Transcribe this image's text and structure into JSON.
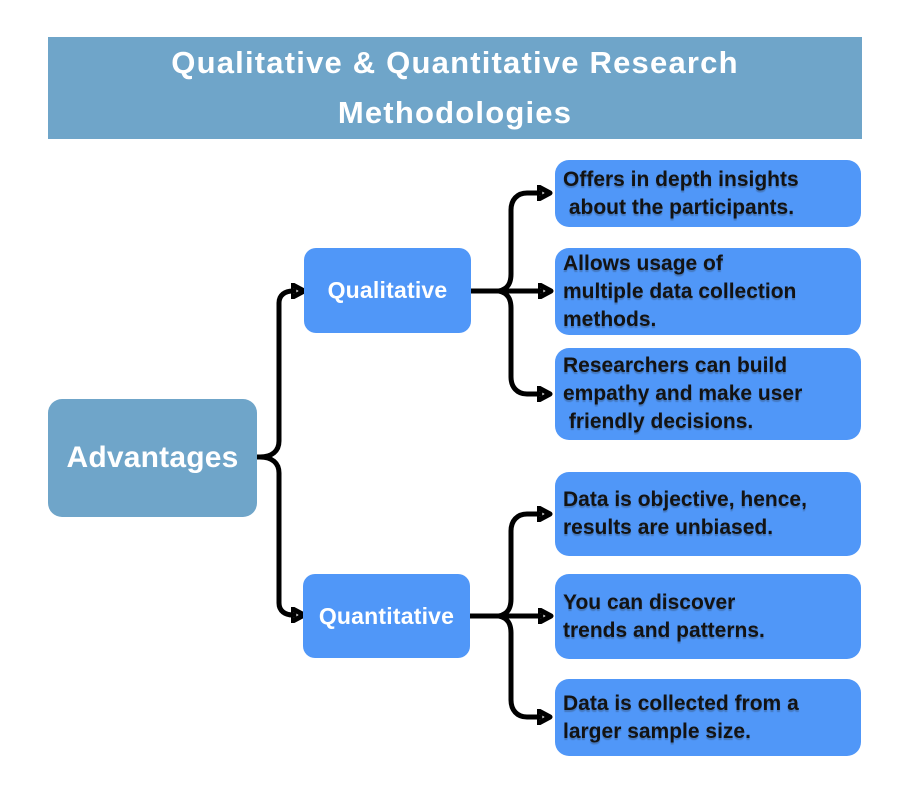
{
  "colors": {
    "background": "#ffffff",
    "banner_blue": "#6fa5c9",
    "node_blue": "#5097f8",
    "connector_black": "#000000",
    "banner_text": "#ffffff",
    "node_text": "#ffffff",
    "leaf_text": "#131313"
  },
  "title": "Qualitative & Quantitative Research\nMethodologies",
  "root": {
    "label": "Advantages"
  },
  "branches": [
    {
      "label": "Qualitative",
      "advantages": [
        "Offers in depth insights\n about the participants.",
        "Allows usage of\nmultiple data collection\nmethods.",
        "Researchers can build\nempathy and make user\n friendly decisions."
      ]
    },
    {
      "label": "Quantitative",
      "advantages": [
        "Data is objective, hence,\nresults are unbiased.",
        "You can discover\ntrends and patterns.",
        "Data is collected from a\nlarger sample size."
      ]
    }
  ]
}
